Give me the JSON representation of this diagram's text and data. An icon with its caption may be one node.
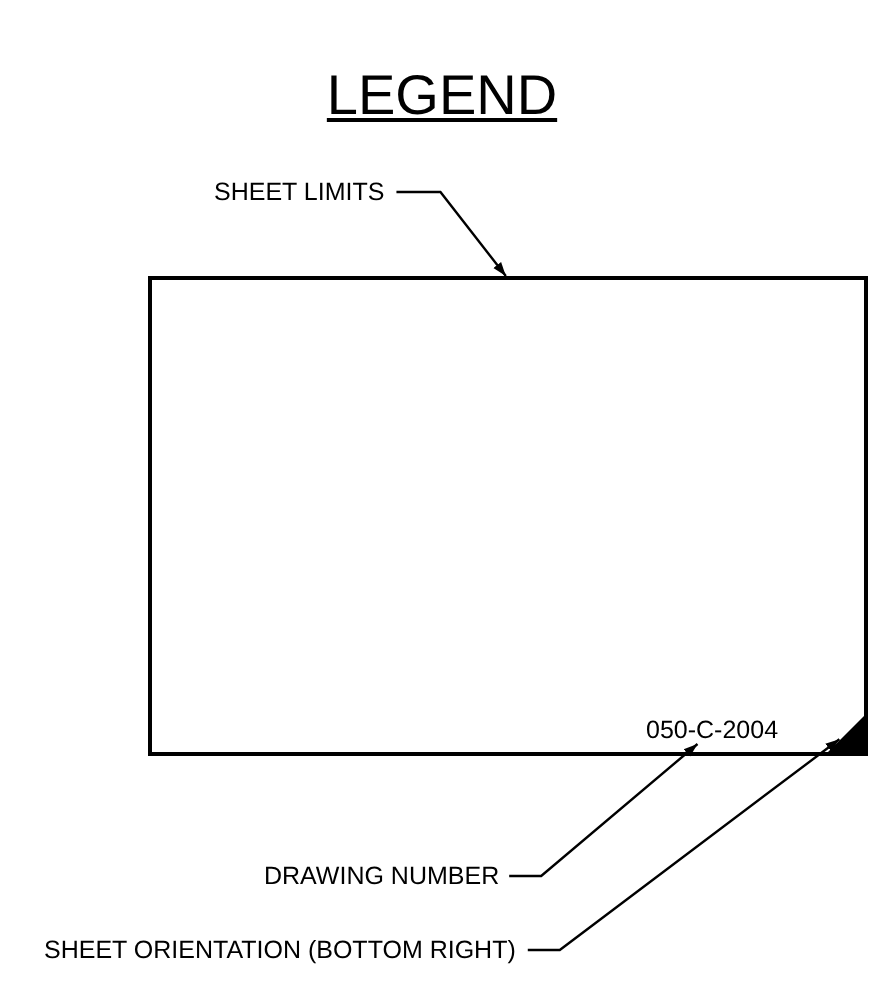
{
  "diagram": {
    "title": "LEGEND",
    "nodes": [
      {
        "text": [
          "SHEET LIMITS"
        ]
      },
      {
        "text": [],
        "shape": "box"
      },
      {
        "text": [
          "050-C-2004"
        ],
        "in": 1
      },
      {
        "text": [],
        "shape": "triangle",
        "in": 1
      },
      {
        "text": [
          "DRAWING NUMBER"
        ]
      },
      {
        "text": [
          "SHEET ORIENTATION (BOTTOM RIGHT)"
        ]
      }
    ],
    "edges": [
      {
        "from": 0,
        "to": 1,
        "arrow": "to"
      },
      {
        "from": 4,
        "to": 2,
        "arrow": "to"
      },
      {
        "from": 5,
        "to": 3,
        "arrow": "to"
      }
    ]
  }
}
